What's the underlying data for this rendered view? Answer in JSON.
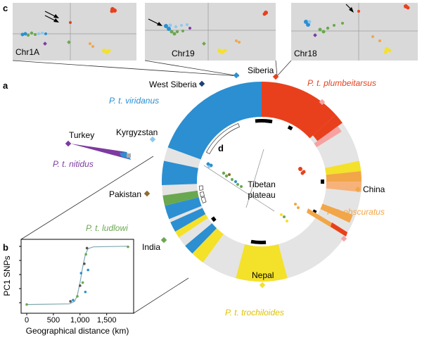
{
  "panels": {
    "a": "a",
    "b": "b",
    "c": "c",
    "d": "d"
  },
  "pca_panels": [
    {
      "label": "Chr1A"
    },
    {
      "label": "Chr19"
    },
    {
      "label": "Chr18"
    }
  ],
  "localities": {
    "west_siberia": "West Siberia",
    "siberia": "Siberia",
    "kyrgyzstan": "Kyrgyzstan",
    "turkey": "Turkey",
    "pakistan": "Pakistan",
    "india": "India",
    "nepal": "Nepal",
    "china": "China",
    "tibetan_plateau_line1": "Tibetan",
    "tibetan_plateau_line2": "plateau"
  },
  "subspecies": {
    "viridanus": "P. t. viridanus",
    "plumbeitarsus": "P. t. plumbeitarsus",
    "nitidus": "P. t. nitidus",
    "ludlowi": "P. t. ludlowi",
    "obscuratus": "P. t. obscuratus",
    "trochiloides": "P. t. trochiloides"
  },
  "colors": {
    "viridanus": "#2b8fd2",
    "plumbeitarsus": "#e8401c",
    "nitidus": "#7d3aa0",
    "ludlowi": "#6aa84f",
    "obscuratus": "#f2a648",
    "trochiloides": "#f4e12a",
    "ring": "#e4e4e4",
    "pca_bg": "#d9d9d9"
  },
  "chart_data": {
    "type": "scatter",
    "xlabel": "Geographical distance (km)",
    "ylabel": "PC1 SNPs",
    "xticks": [
      "0",
      "500",
      "1,000",
      "1,500"
    ],
    "xlim": [
      0,
      1900
    ],
    "points": [
      {
        "x": 0,
        "y": 0.05
      },
      {
        "x": 820,
        "y": 0.1
      },
      {
        "x": 870,
        "y": 0.12
      },
      {
        "x": 950,
        "y": 0.18
      },
      {
        "x": 1000,
        "y": 0.35
      },
      {
        "x": 1020,
        "y": 0.55
      },
      {
        "x": 1050,
        "y": 0.4
      },
      {
        "x": 1080,
        "y": 0.7
      },
      {
        "x": 1100,
        "y": 0.25
      },
      {
        "x": 1110,
        "y": 0.85
      },
      {
        "x": 1130,
        "y": 0.95
      },
      {
        "x": 1150,
        "y": 0.6
      },
      {
        "x": 1900,
        "y": 0.97
      }
    ],
    "curve": [
      [
        0,
        0.05
      ],
      [
        800,
        0.06
      ],
      [
        900,
        0.1
      ],
      [
        950,
        0.2
      ],
      [
        1000,
        0.4
      ],
      [
        1050,
        0.65
      ],
      [
        1100,
        0.85
      ],
      [
        1150,
        0.94
      ],
      [
        1250,
        0.97
      ],
      [
        1900,
        0.98
      ]
    ]
  }
}
